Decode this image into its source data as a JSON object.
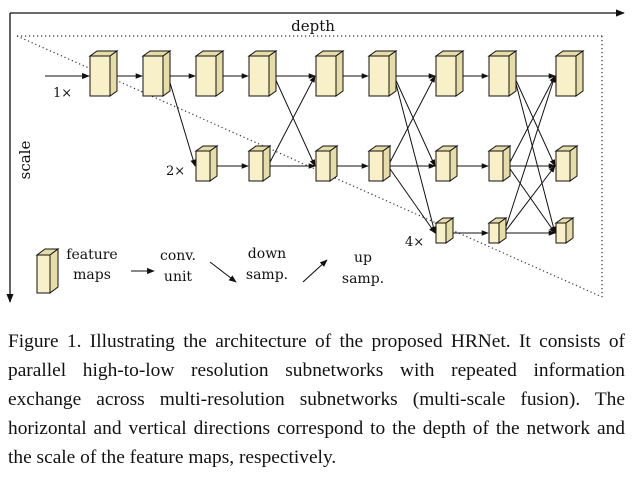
{
  "diagram": {
    "depth_label": "depth",
    "scale_label": "scale",
    "branch_labels": [
      "1×",
      "2×",
      "4×"
    ],
    "legend": {
      "feature_maps": [
        "feature",
        "maps"
      ],
      "conv_unit": [
        "conv.",
        "unit"
      ],
      "down_samp": [
        "down",
        "samp."
      ],
      "up_samp": [
        "up",
        "samp."
      ]
    },
    "colors": {
      "block_fill": "#f7f0c8",
      "block_side": "#e6dca6",
      "stroke": "#111111"
    }
  },
  "caption": "Figure 1. Illustrating the architecture of the proposed HRNet. It consists of parallel high-to-low resolution subnetworks with repeated information exchange across multi-resolution subnetworks (multi-scale fusion). The horizontal and vertical directions correspond to the depth of the network and the scale of the feature maps, respectively."
}
